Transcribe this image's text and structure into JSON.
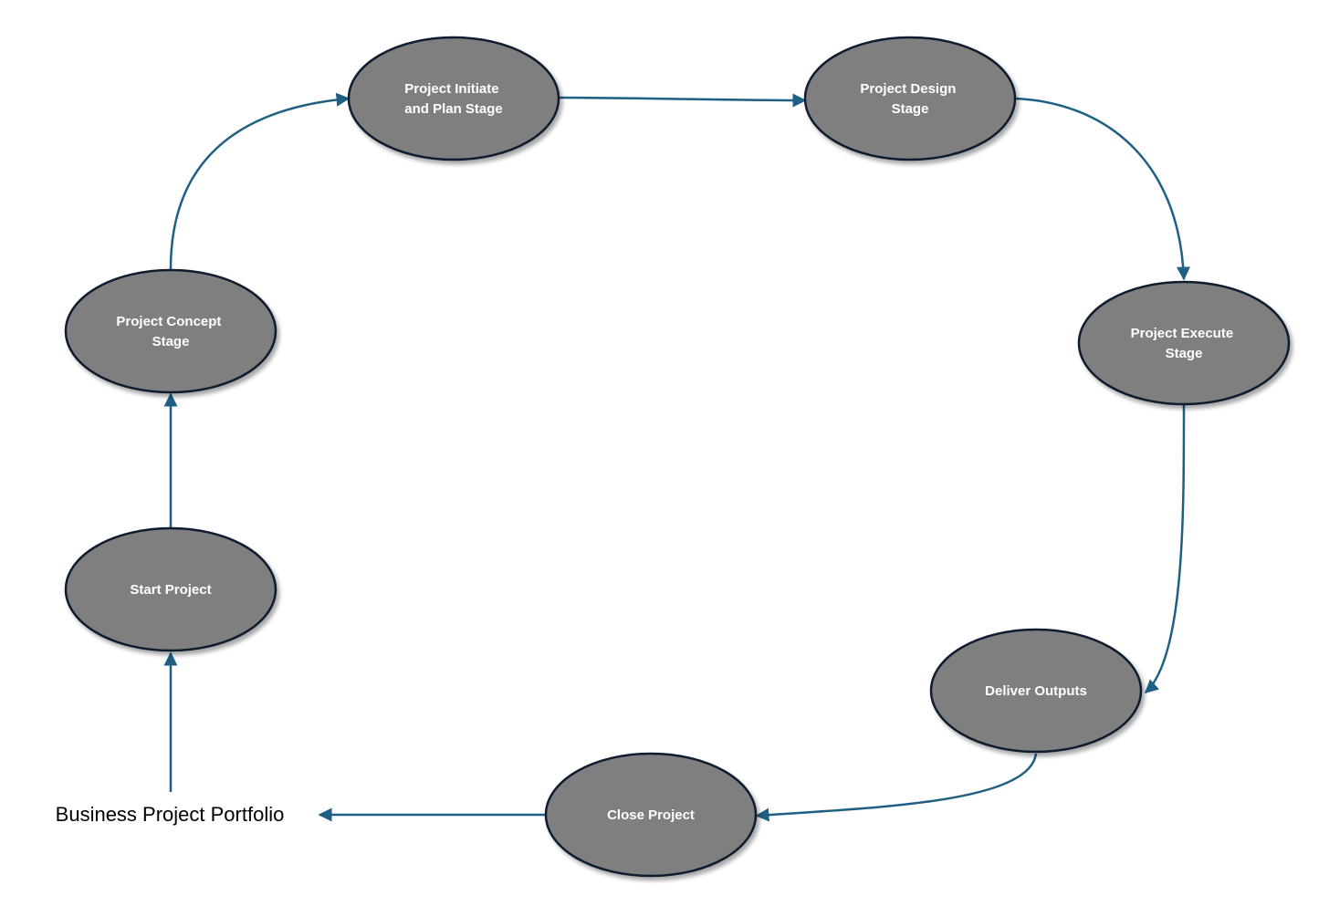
{
  "colors": {
    "node_fill": "#7f7f7f",
    "node_stroke": "#0e1e2e",
    "connector": "#1f5f84",
    "node_text": "#ffffff",
    "label_text": "#000000"
  },
  "nodes": {
    "concept": {
      "lines": [
        "Project Concept",
        "Stage"
      ]
    },
    "initiate": {
      "lines": [
        "Project Initiate",
        "and Plan Stage"
      ]
    },
    "design": {
      "lines": [
        "Project Design",
        "Stage"
      ]
    },
    "execute": {
      "lines": [
        "Project Execute",
        "Stage"
      ]
    },
    "deliver": {
      "lines": [
        "Deliver Outputs"
      ]
    },
    "close": {
      "lines": [
        "Close Project"
      ]
    },
    "start": {
      "lines": [
        "Start Project"
      ]
    }
  },
  "portfolio": {
    "label": "Business Project Portfolio"
  },
  "edges": [
    {
      "from": "portfolio",
      "to": "start"
    },
    {
      "from": "start",
      "to": "concept"
    },
    {
      "from": "concept",
      "to": "initiate"
    },
    {
      "from": "initiate",
      "to": "design"
    },
    {
      "from": "design",
      "to": "execute"
    },
    {
      "from": "execute",
      "to": "deliver"
    },
    {
      "from": "deliver",
      "to": "close"
    },
    {
      "from": "close",
      "to": "portfolio"
    }
  ]
}
